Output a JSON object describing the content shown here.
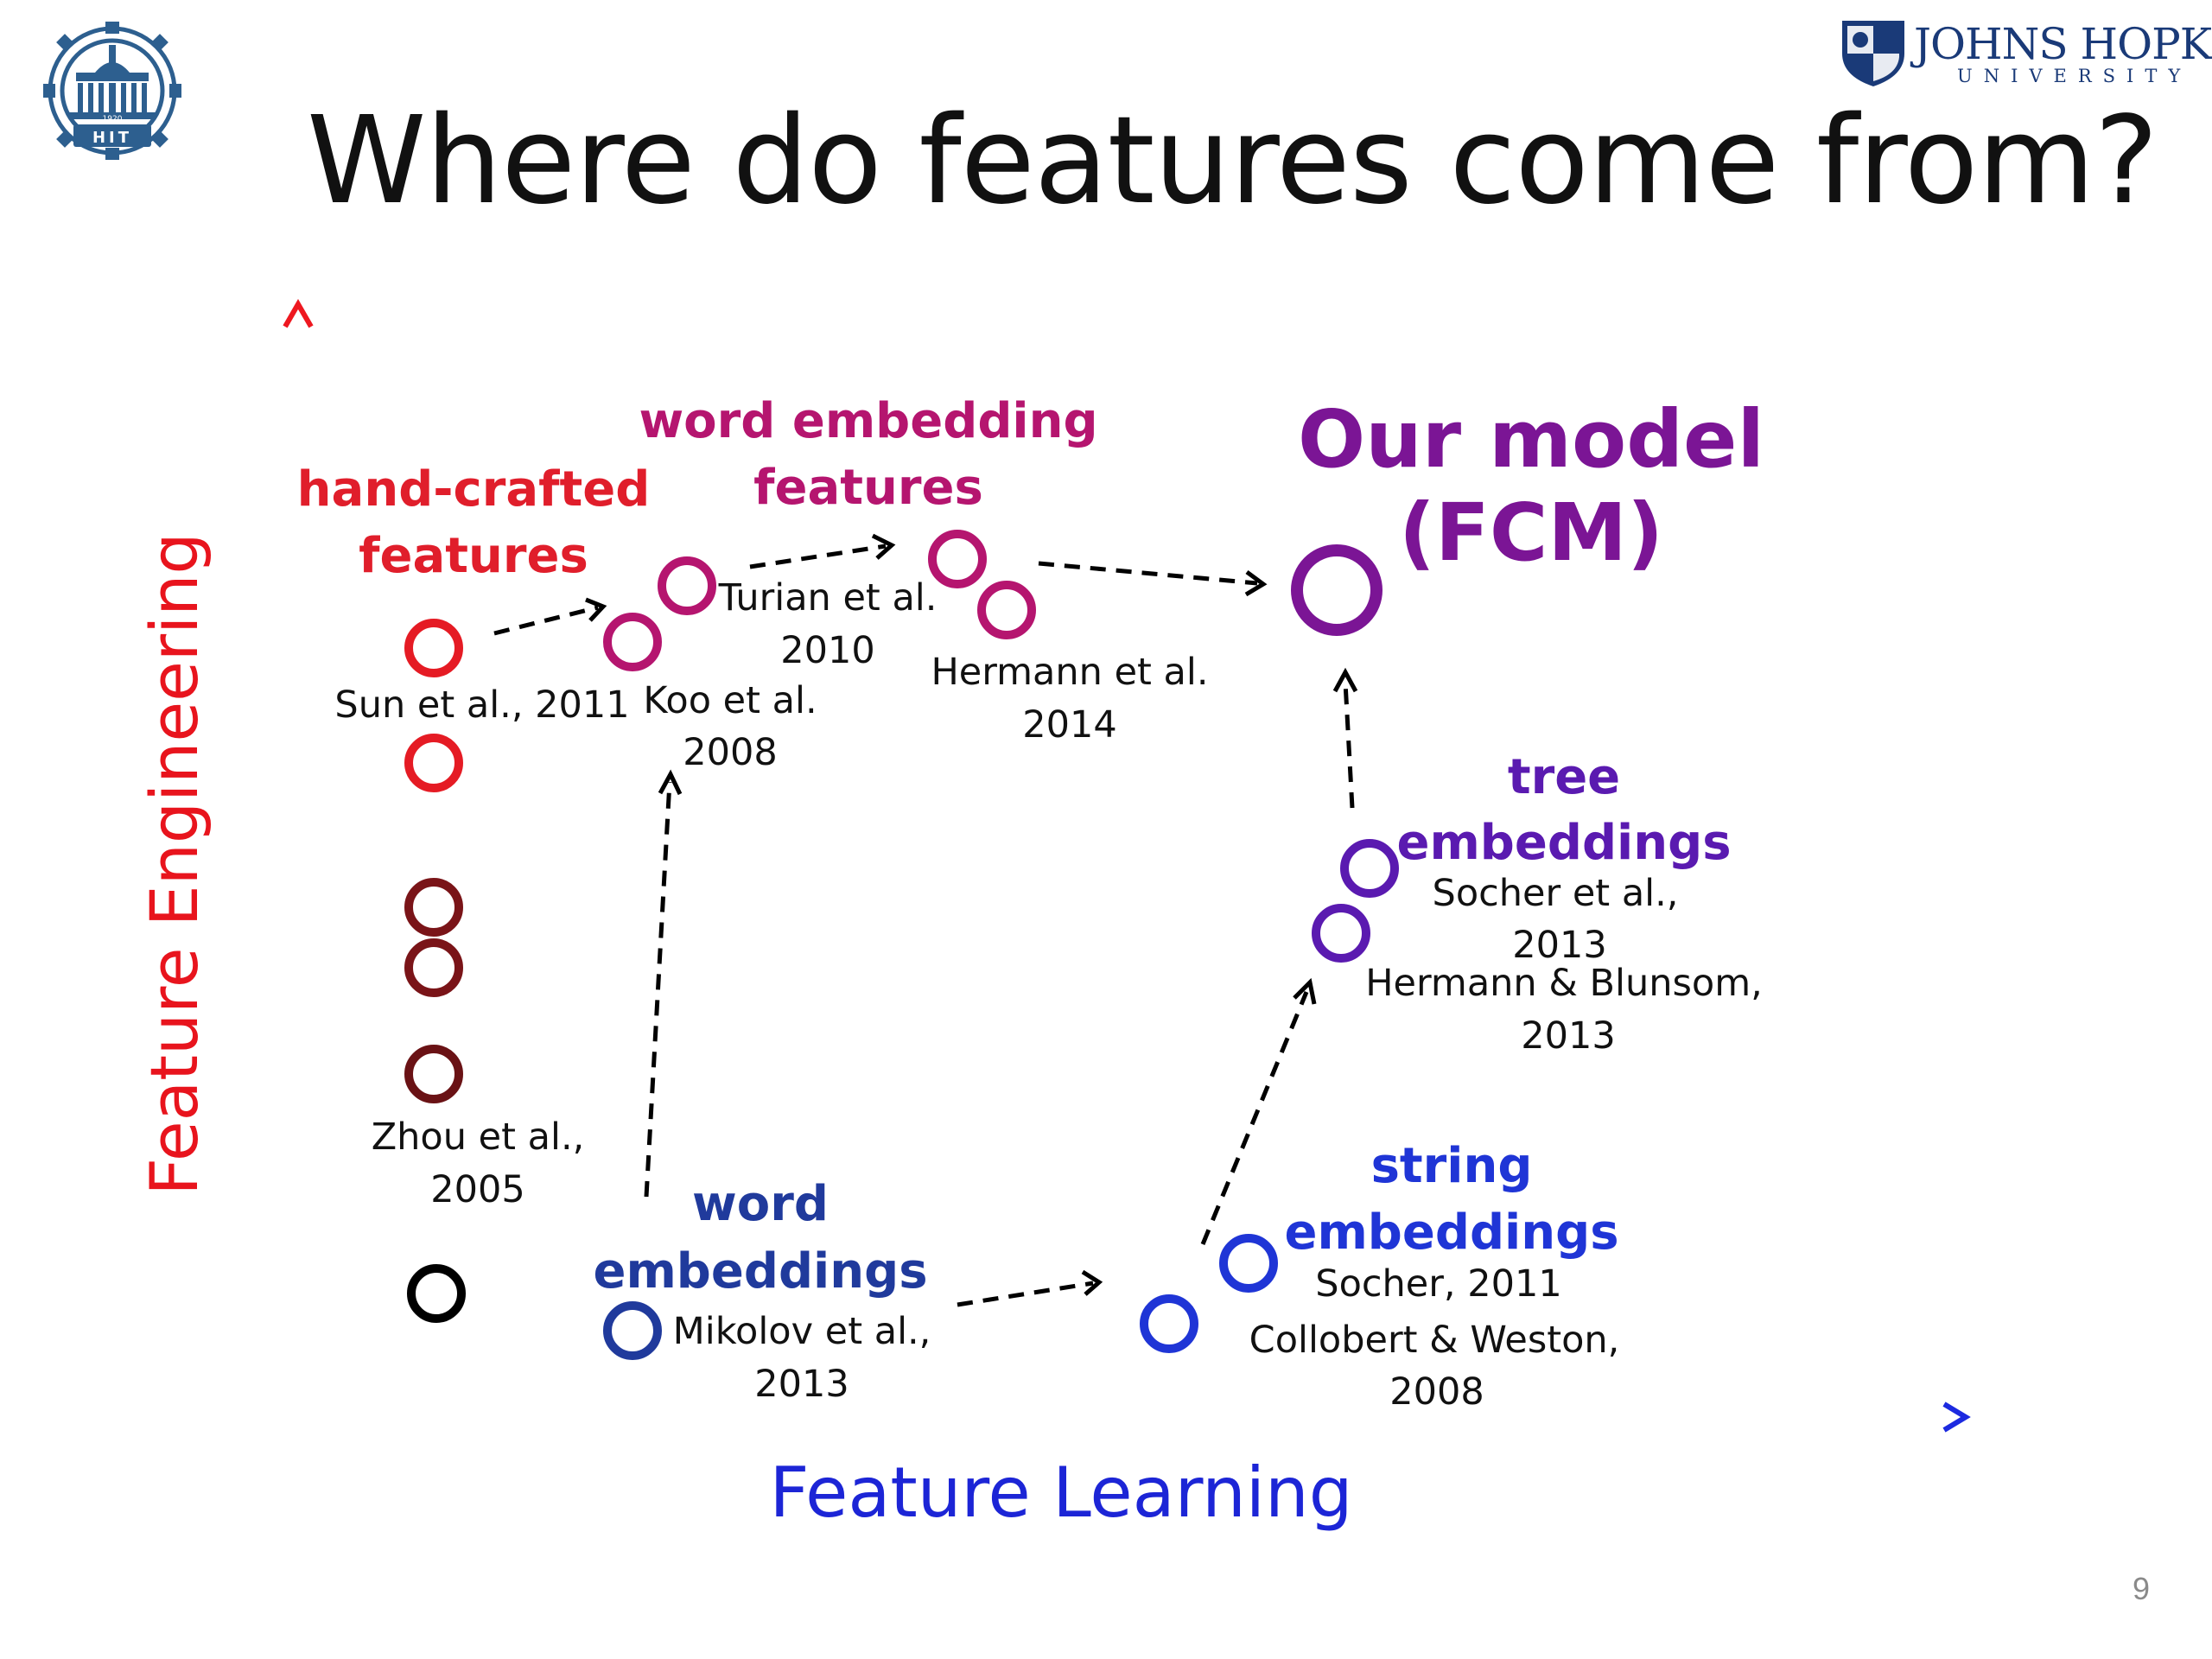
{
  "slide": {
    "title": "Where do features come from?",
    "page_number": "9"
  },
  "logos": {
    "left": {
      "name": "HIT",
      "text": "HIT",
      "year": "1920"
    },
    "right": {
      "line1": "JOHNS HOPKINS",
      "line2": "UNIVERSITY"
    }
  },
  "axes": {
    "y_label": "Feature Engineering",
    "x_label": "Feature Learning",
    "y_color": "#e8141d",
    "x_color": "#1c25d6"
  },
  "groups": {
    "handcrafted": {
      "line1": "hand-crafted",
      "line2": "features",
      "color": "#e01e2b"
    },
    "word_embedding_features": {
      "line1": "word embedding",
      "line2": "features",
      "color": "#b5156f"
    },
    "our_model": {
      "line1": "Our model",
      "line2": "(FCM)",
      "color": "#7b1595"
    },
    "tree_embeddings": {
      "line1": "tree",
      "line2": "embeddings",
      "color": "#5a1ab0"
    },
    "string_embeddings": {
      "line1": "string",
      "line2": "embeddings",
      "color": "#1f35d6"
    },
    "word_embeddings": {
      "line1": "word",
      "line2": "embeddings",
      "color": "#203a9c"
    }
  },
  "citations": {
    "sun": "Sun et al., 2011",
    "koo_1": "Koo et al.",
    "koo_2": "2008",
    "turian_1": "Turian et al.",
    "turian_2": "2010",
    "hermann2014_1": "Hermann et al.",
    "hermann2014_2": "2014",
    "zhou_1": "Zhou et al.,",
    "zhou_2": "2005",
    "socher2013_1": "Socher et al.,",
    "socher2013_2": "2013",
    "hermann_blunsom_1": "Hermann & Blunsom,",
    "hermann_blunsom_2": "2013",
    "socher2011": "Socher, 2011",
    "collobert_1": "Collobert & Weston,",
    "collobert_2": "2008",
    "mikolov_1": "Mikolov et al.,",
    "mikolov_2": "2013"
  }
}
